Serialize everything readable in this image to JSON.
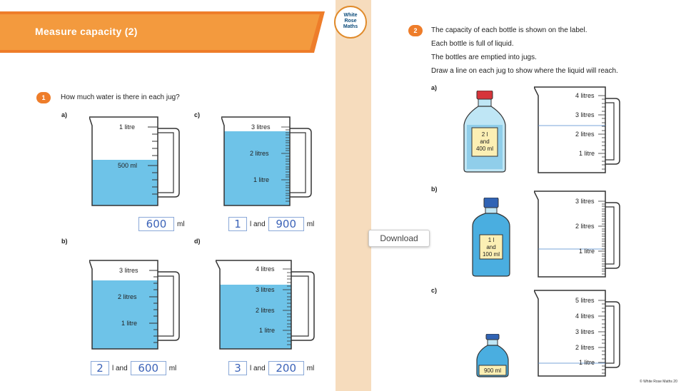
{
  "header": {
    "title": "Measure capacity (2)",
    "logo_text": "White Rose Maths"
  },
  "q1": {
    "number": "1",
    "prompt": "How much water is there in each jug?",
    "parts": [
      {
        "label": "a)",
        "marks": [
          "1 litre",
          "500 ml"
        ],
        "answer": {
          "litres": "",
          "ml": "600"
        },
        "unit_l": "",
        "unit_ml": "ml"
      },
      {
        "label": "c)",
        "marks": [
          "3 litres",
          "2 litres",
          "1 litre"
        ],
        "answer": {
          "litres": "1",
          "ml": "900"
        },
        "unit_l": "l and",
        "unit_ml": "ml"
      },
      {
        "label": "b)",
        "marks": [
          "3 litres",
          "2 litres",
          "1 litre"
        ],
        "answer": {
          "litres": "2",
          "ml": "600"
        },
        "unit_l": "l and",
        "unit_ml": "ml"
      },
      {
        "label": "d)",
        "marks": [
          "4 litres",
          "3 litres",
          "2 litres",
          "1 litre"
        ],
        "answer": {
          "litres": "3",
          "ml": "200"
        },
        "unit_l": "l and",
        "unit_ml": "ml"
      }
    ]
  },
  "q2": {
    "number": "2",
    "lines": [
      "The capacity of each bottle is shown on the label.",
      "Each bottle is full of liquid.",
      "The bottles are emptied into jugs.",
      "Draw a line on each jug to show where the liquid will reach."
    ],
    "parts": [
      {
        "label": "a)",
        "bottle_label": [
          "2 l",
          "and",
          "400 ml"
        ],
        "jug_marks": [
          "4 litres",
          "3 litres",
          "2 litres",
          "1 litre"
        ]
      },
      {
        "label": "b)",
        "bottle_label": [
          "1 l",
          "and",
          "100 ml"
        ],
        "jug_marks": [
          "3 litres",
          "2 litres",
          "1 litre"
        ]
      },
      {
        "label": "c)",
        "bottle_label": [
          "900 ml"
        ],
        "jug_marks": [
          "5 litres",
          "4 litres",
          "3 litres",
          "2 litres",
          "1 litre"
        ]
      }
    ]
  },
  "download_label": "Download",
  "copyright": "© White Rose Maths 20",
  "colors": {
    "orange": "#ee7d2a",
    "water": "#6ec3e8",
    "water_dark": "#3aa0d6",
    "gutter": "#f6dcbd"
  }
}
